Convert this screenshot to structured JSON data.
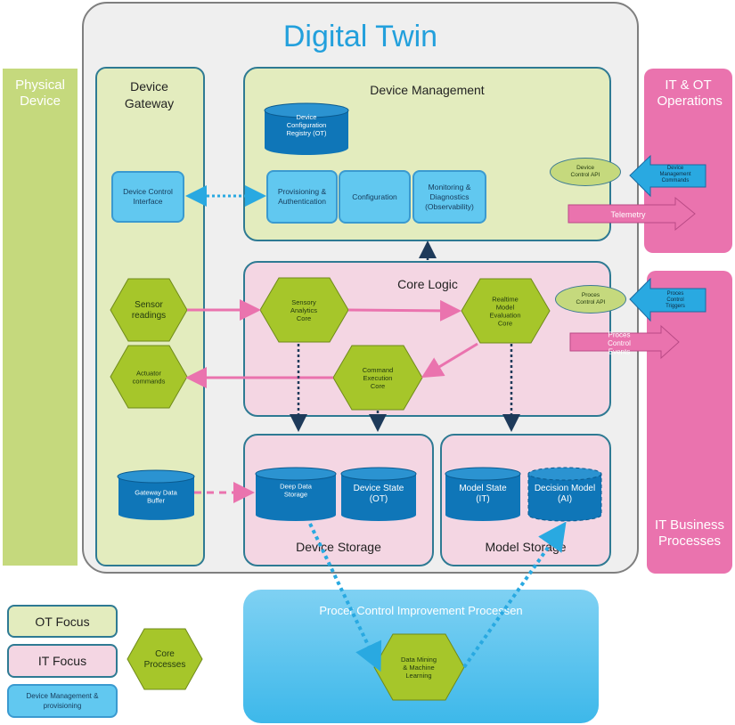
{
  "title": "Digital Twin",
  "physical_device": "Physical Device",
  "it_ot_operations": "IT & OT Operations",
  "it_business_processes": "IT Business Processes",
  "device_gateway": {
    "title": "Device Gateway",
    "control_interface": "Device Control Interface",
    "sensor_readings": "Sensor readings",
    "actuator_commands": "Actuator commands",
    "data_buffer": "Gateway Data Buffer"
  },
  "device_management": {
    "title": "Device Management",
    "registry": "Device Configuration Registry (OT)",
    "provisioning": "Provisioning & Authentication",
    "configuration": "Configuration",
    "monitoring": "Monitoring & Diagnostics (Observability)",
    "control_api": "Device Control API",
    "commands": "Device Management Commands",
    "telemetry": "Telemetry"
  },
  "core_logic": {
    "title": "Core Logic",
    "sensory": "Sensory Analytics Core",
    "realtime": "Realtime Model Evaluation Core",
    "command": "Command Execution Core",
    "process_api": "Proces Control API",
    "triggers": "Proces Control Triggers",
    "events": "Proces Control Events"
  },
  "device_storage": {
    "title": "Device Storage",
    "deep": "Deep Data Storage",
    "state": "Device State (OT)"
  },
  "model_storage": {
    "title": "Model Storage",
    "state": "Model State (IT)",
    "decision": "Decision Model (AI)"
  },
  "process_improvement": {
    "title": "Procer Control Improvement Processen",
    "mining": "Data Mining & Machine Learning"
  },
  "legend": {
    "ot": "OT Focus",
    "it": "IT Focus",
    "core": "Core Processes",
    "dm": "Device Management & provisioning"
  },
  "colors": {
    "green": "#c5d97d",
    "pink": "#ea73ae",
    "light_pink": "#f4d6e3",
    "blue": "#61c8f0",
    "title_blue": "#23a0dc"
  }
}
